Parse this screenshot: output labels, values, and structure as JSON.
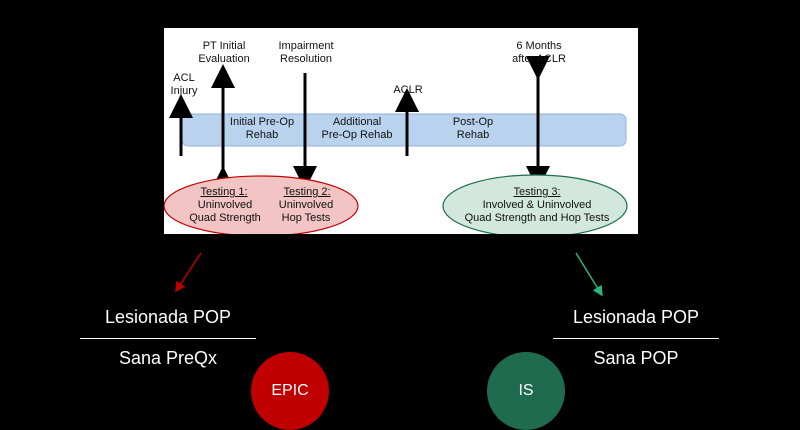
{
  "timeline": {
    "events": {
      "acl_injury": "ACL\nInjury",
      "pt_initial": "PT Initial\nEvaluation",
      "impairment": "Impairment\nResolution",
      "aclr": "ACLR",
      "six_months": "6 Months\nafter ACLR"
    },
    "phases": {
      "initial_preop": "Initial Pre-Op\nRehab",
      "additional_preop": "Additional\nPre-Op Rehab",
      "postop": "Post-Op\nRehab"
    },
    "testing": {
      "t1_title": "Testing 1:",
      "t1_desc": "Uninvolved\nQuad Strength",
      "t2_title": "Testing 2:",
      "t2_desc": "Uninvolved\nHop Tests",
      "t3_title": "Testing 3:",
      "t3_desc": "Involved & Uninvolved\nQuad Strength and Hop Tests"
    }
  },
  "left_ratio": {
    "numerator": "Lesionada POP",
    "denominator": "Sana PreQx"
  },
  "right_ratio": {
    "numerator": "Lesionada POP",
    "denominator": "Sana POP"
  },
  "badges": {
    "epic": "EPIC",
    "is": "IS"
  },
  "colors": {
    "epic": "#c00000",
    "is": "#1e6b4f",
    "bar": "#b9d3ee",
    "oval_red": "#f2c4c4",
    "oval_green": "#d3e8dc",
    "arrow_red": "#c00000",
    "arrow_green": "#2db37a"
  }
}
